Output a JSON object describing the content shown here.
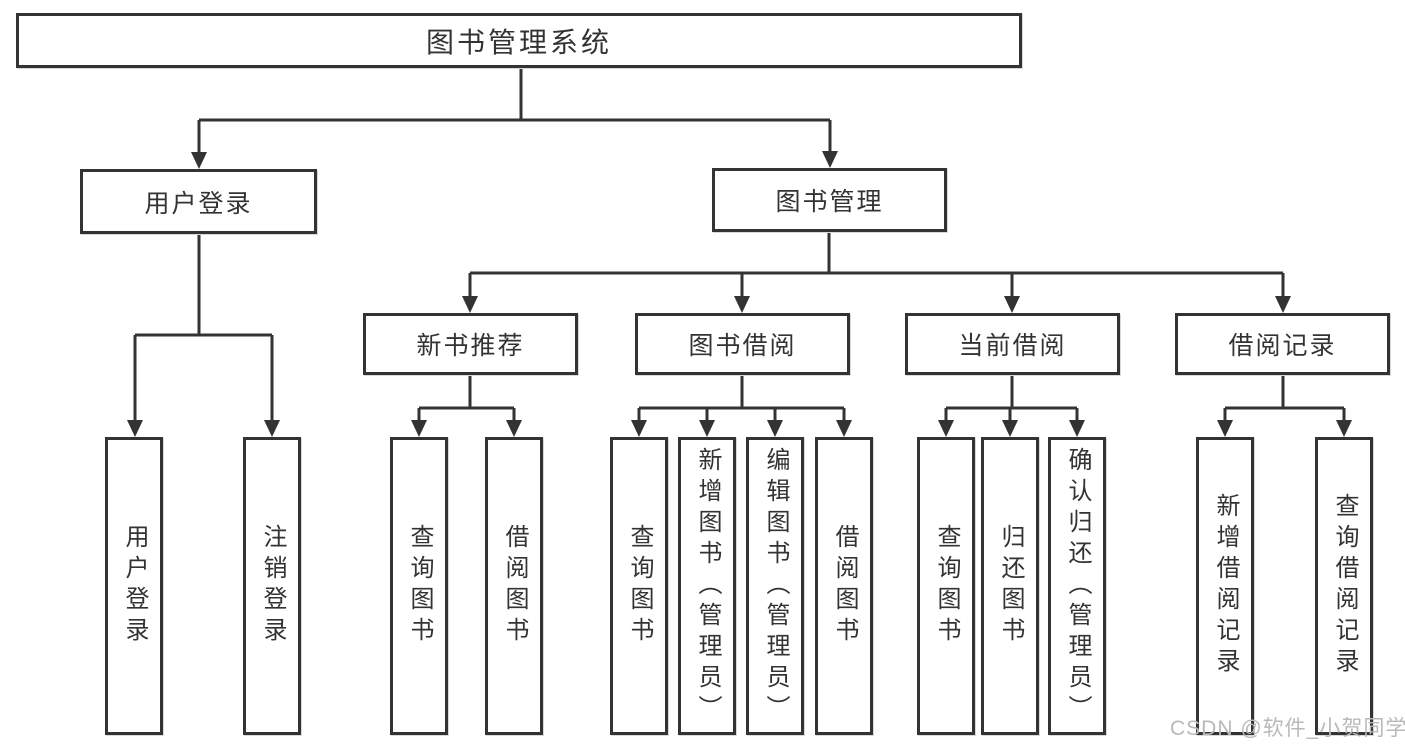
{
  "tree": {
    "root": {
      "label": "图书管理系统",
      "children": [
        {
          "label": "用户登录",
          "children": [
            {
              "label": "用户登录"
            },
            {
              "label": "注销登录"
            }
          ]
        },
        {
          "label": "图书管理",
          "children": [
            {
              "label": "新书推荐",
              "children": [
                {
                  "label": "查询图书"
                },
                {
                  "label": "借阅图书"
                }
              ]
            },
            {
              "label": "图书借阅",
              "children": [
                {
                  "label": "查询图书"
                },
                {
                  "label": "新增图书（管理员）"
                },
                {
                  "label": "编辑图书（管理员）"
                },
                {
                  "label": "借阅图书"
                }
              ]
            },
            {
              "label": "当前借阅",
              "children": [
                {
                  "label": "查询图书"
                },
                {
                  "label": "归还图书"
                },
                {
                  "label": "确认归还（管理员）"
                }
              ]
            },
            {
              "label": "借阅记录",
              "children": [
                {
                  "label": "新增借阅记录"
                },
                {
                  "label": "查询借阅记录"
                }
              ]
            }
          ]
        }
      ]
    }
  },
  "watermark": {
    "text": "CSDN @软件_小贺同学"
  },
  "colors": {
    "line": "#333333",
    "box_border": "#333333",
    "box_fill": "#ffffff",
    "text": "#333333",
    "watermark": "#b9b9b9",
    "background": "#ffffff"
  }
}
